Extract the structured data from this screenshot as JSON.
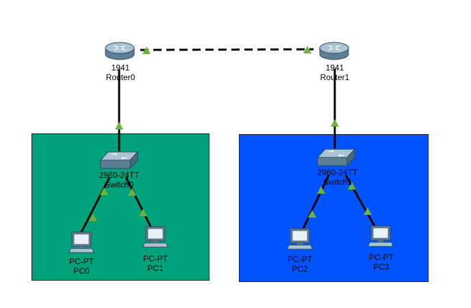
{
  "colors": {
    "area_green": "#00a27b",
    "area_blue": "#0054ff",
    "link": "#000000",
    "link_indicator": "#6cb33f"
  },
  "areas": [
    {
      "name": "area-green",
      "color": "#00a27b"
    },
    {
      "name": "area-blue",
      "color": "#0054ff"
    }
  ],
  "devices": {
    "router0": {
      "model": "1941",
      "name": "Router0",
      "icon": "router-icon"
    },
    "router1": {
      "model": "1941",
      "name": "Router1",
      "icon": "router-icon"
    },
    "switch0": {
      "model": "2960-24TT",
      "name": "Switch0",
      "icon": "switch-icon"
    },
    "switch1": {
      "model": "2960-24TT",
      "name": "Switch1",
      "icon": "switch-icon"
    },
    "pc0": {
      "model": "PC-PT",
      "name": "PC0",
      "icon": "pc-icon"
    },
    "pc1": {
      "model": "PC-PT",
      "name": "PC1",
      "icon": "pc-icon"
    },
    "pc2": {
      "model": "PC-PT",
      "name": "PC2",
      "icon": "pc-icon"
    },
    "pc3": {
      "model": "PC-PT",
      "name": "PC3",
      "icon": "pc-icon"
    }
  },
  "links": [
    {
      "from": "router0",
      "to": "router1",
      "style": "dashed",
      "status": "up"
    },
    {
      "from": "router0",
      "to": "switch0",
      "style": "solid",
      "status": "up"
    },
    {
      "from": "router1",
      "to": "switch1",
      "style": "solid",
      "status": "up"
    },
    {
      "from": "switch0",
      "to": "pc0",
      "style": "solid",
      "status": "up"
    },
    {
      "from": "switch0",
      "to": "pc1",
      "style": "solid",
      "status": "up"
    },
    {
      "from": "switch1",
      "to": "pc2",
      "style": "solid",
      "status": "up"
    },
    {
      "from": "switch1",
      "to": "pc3",
      "style": "solid",
      "status": "up"
    }
  ]
}
